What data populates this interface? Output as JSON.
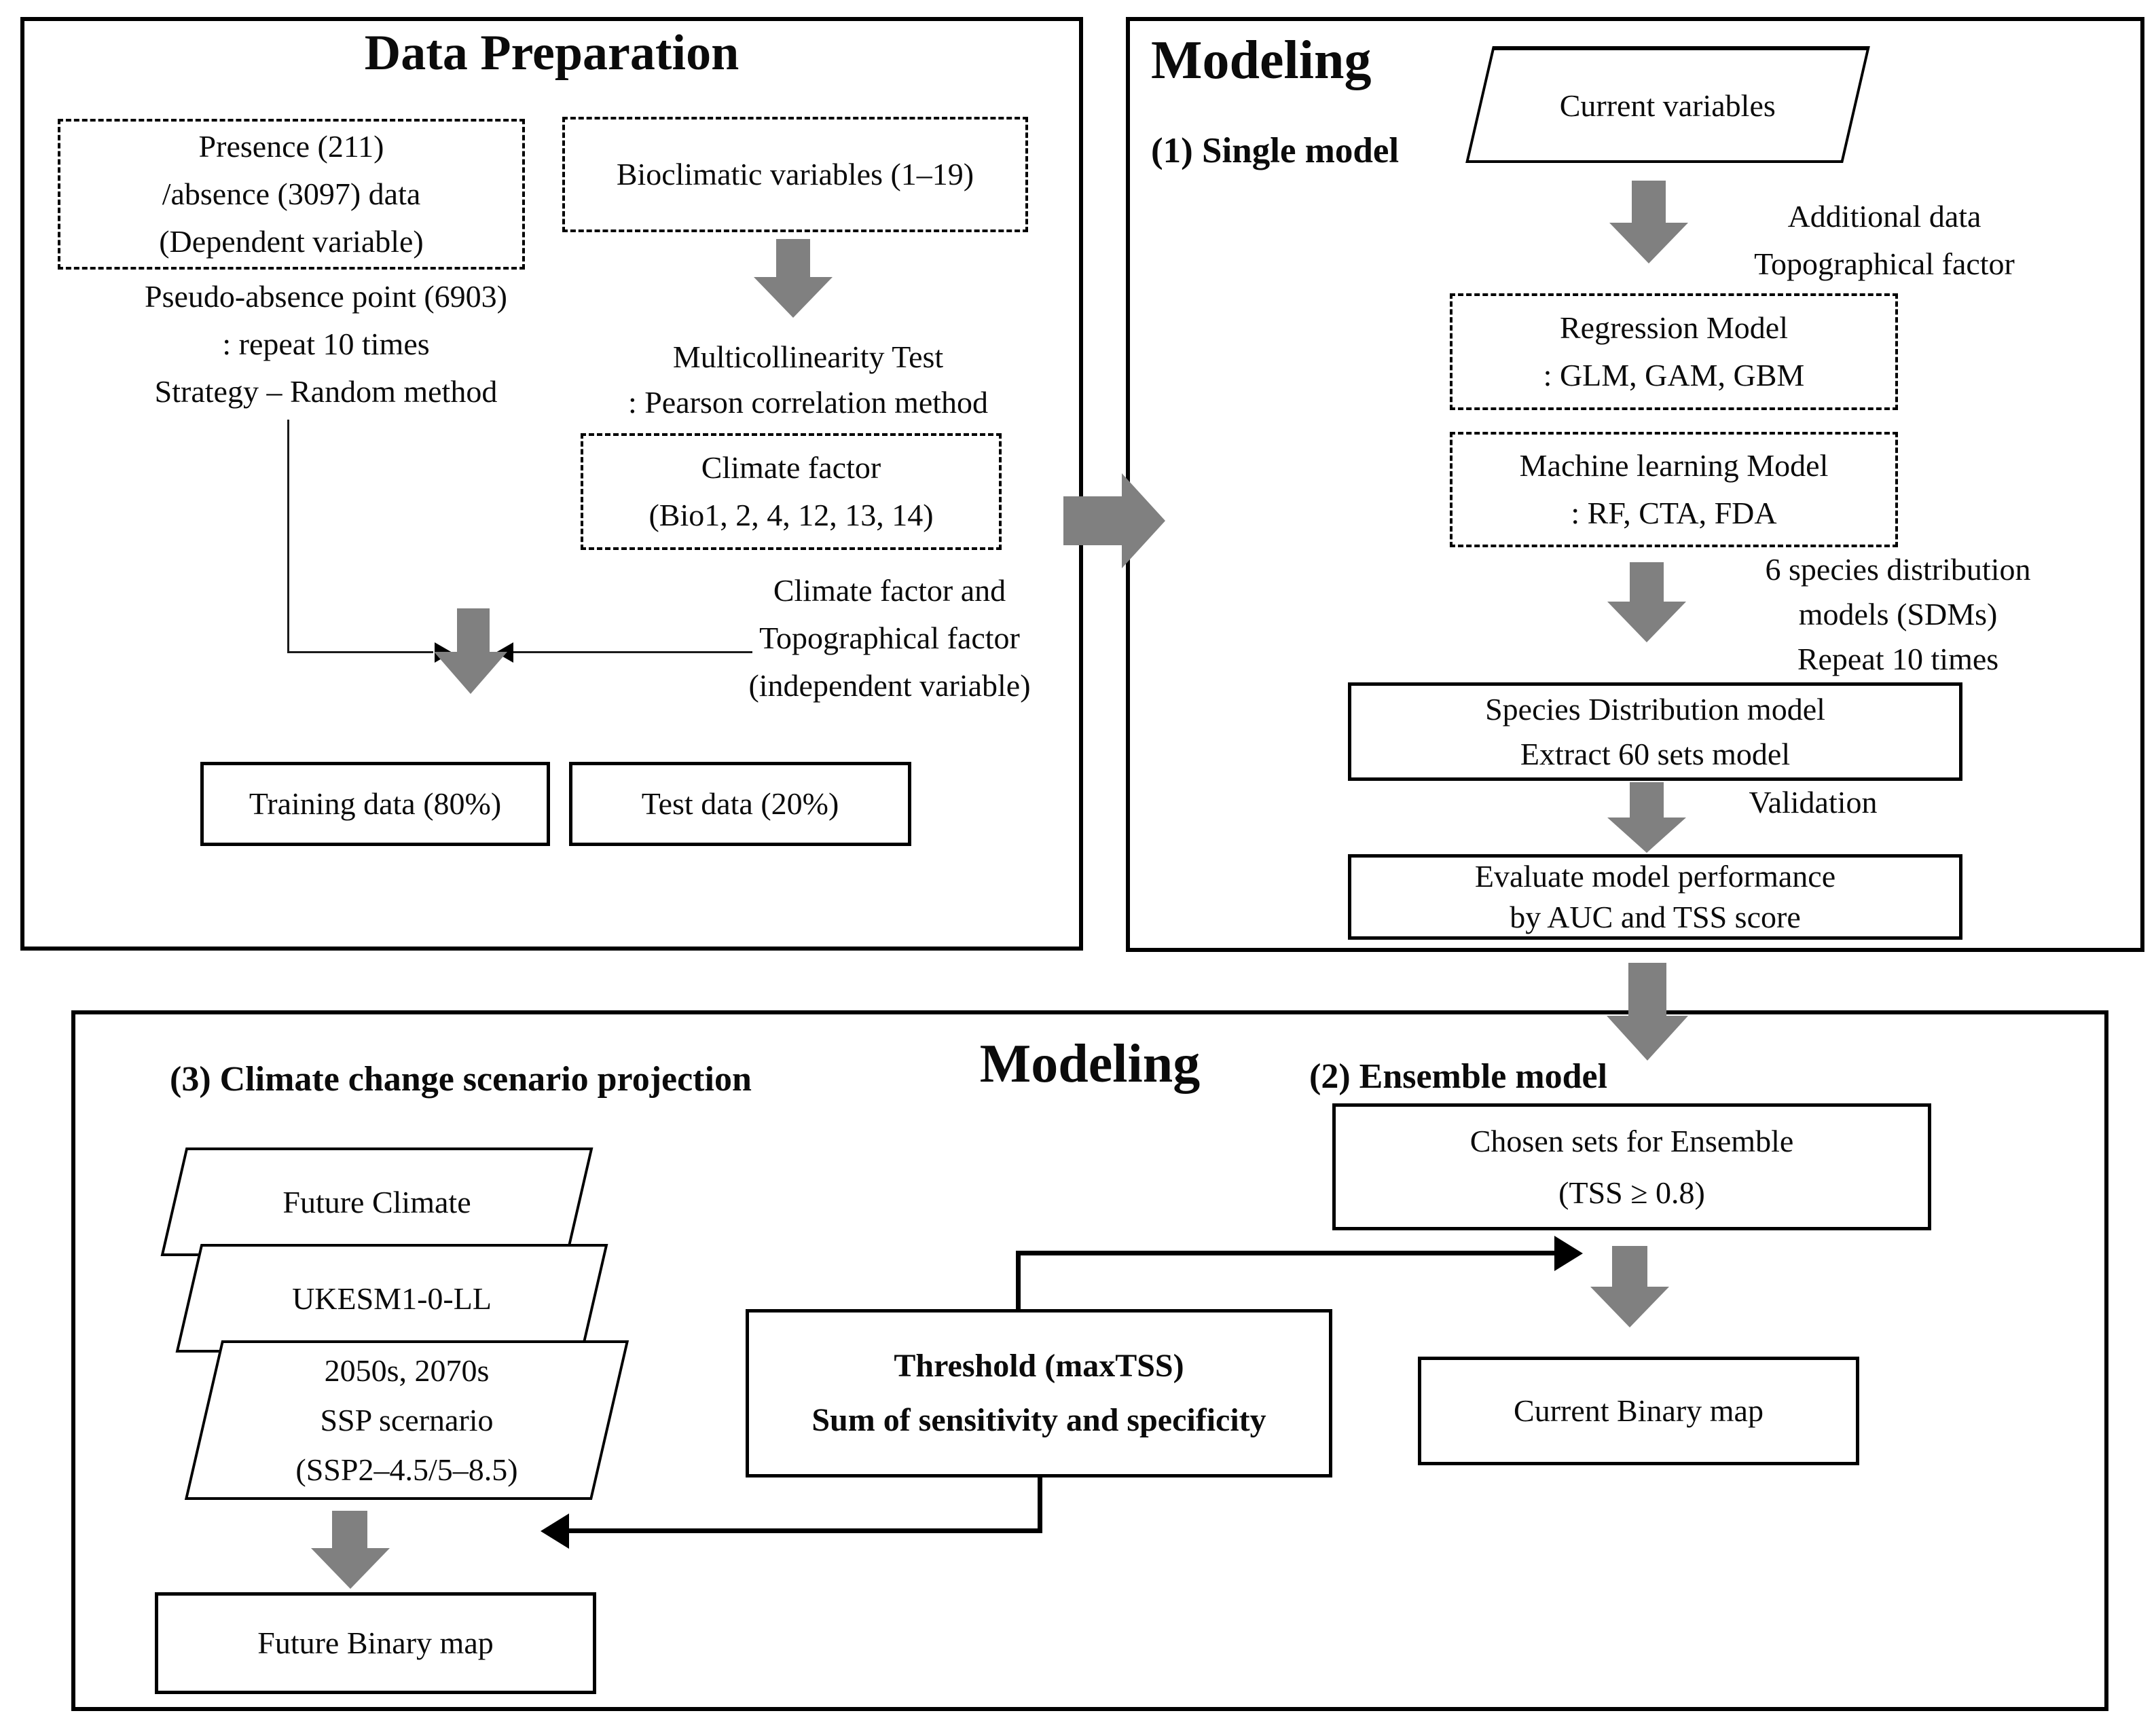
{
  "colors": {
    "arrow_gray": "#808080",
    "ink": "#000000",
    "background": "#ffffff"
  },
  "data_prep": {
    "title": "Data Preparation",
    "presence_box": {
      "line1": "Presence (211)",
      "line2": "/absence (3097) data",
      "line3": "(Dependent variable)"
    },
    "pseudo": {
      "line1": "Pseudo-absence point (6903)",
      "line2": ": repeat 10 times",
      "line3": "Strategy – Random method"
    },
    "bioclim_box": "Bioclimatic variables (1–19)",
    "multicollinearity": {
      "line1": "Multicollinearity Test",
      "line2": ": Pearson correlation method"
    },
    "climate_factor_box": {
      "line1": "Climate factor",
      "line2": "(Bio1, 2, 4, 12, 13, 14)"
    },
    "independent": {
      "line1": "Climate factor and",
      "line2": "Topographical factor",
      "line3": "(independent variable)"
    },
    "training_box": "Training data (80%)",
    "test_box": "Test data (20%)"
  },
  "modeling_single": {
    "title": "Modeling",
    "subtitle": "(1) Single model",
    "current_vars": "Current variables",
    "additional": {
      "line1": "Additional data",
      "line2": "Topographical factor"
    },
    "regression_box": {
      "line1": "Regression Model",
      "line2": ": GLM, GAM, GBM"
    },
    "ml_box": {
      "line1": "Machine learning Model",
      "line2": ": RF, CTA, FDA"
    },
    "sdm_note": {
      "line1": "6 species distribution",
      "line2": "models (SDMs)",
      "line3": "Repeat 10 times"
    },
    "sdm_box": {
      "line1": "Species Distribution model",
      "line2": "Extract 60 sets model"
    },
    "validation_label": "Validation",
    "evaluate_box": {
      "line1": "Evaluate model performance",
      "line2": "by AUC and TSS score"
    }
  },
  "modeling_ensemble": {
    "title": "Modeling",
    "ensemble_subtitle": "(2) Ensemble model",
    "scenario_subtitle": "(3) Climate change scenario projection",
    "chosen_box": {
      "line1": "Chosen sets for Ensemble",
      "line2": "(TSS ≥ 0.8)"
    },
    "current_binary_box": "Current Binary map",
    "threshold_box": {
      "line1": "Threshold (maxTSS)",
      "line2": "Sum of  sensitivity and specificity"
    },
    "future_climate": "Future Climate",
    "ukesm": "UKESM1-0-LL",
    "ssp": {
      "line1": "2050s, 2070s",
      "line2": "SSP scernario",
      "line3": "(SSP2–4.5/5–8.5)"
    },
    "future_binary_box": "Future Binary map"
  }
}
